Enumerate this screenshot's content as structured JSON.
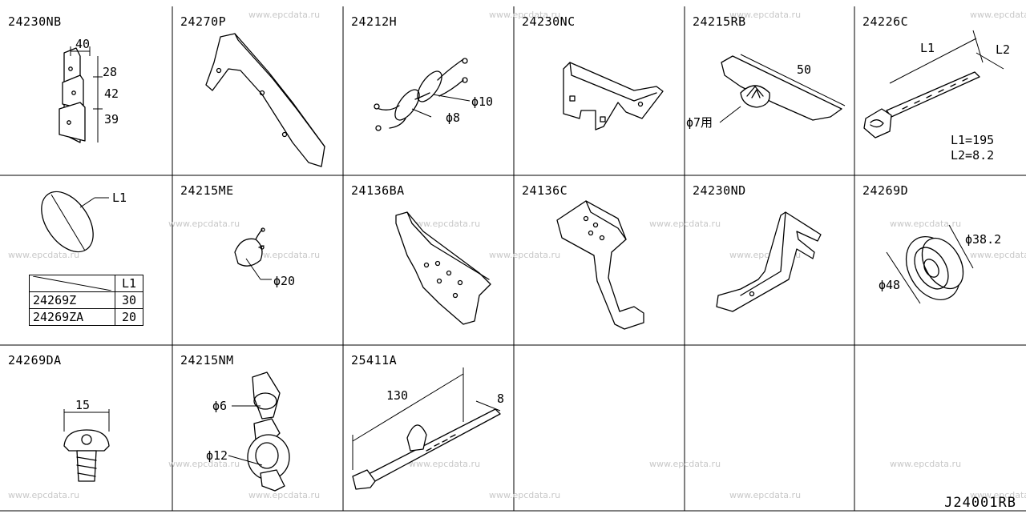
{
  "diagram_ref": "J24001RB",
  "watermark": "www.epcdata.ru",
  "cells": [
    {
      "part": "24230NB",
      "dims": [
        "40",
        "28",
        "42",
        "39"
      ]
    },
    {
      "part": "24270P"
    },
    {
      "part": "24212H",
      "dims": [
        "ϕ10",
        "ϕ8"
      ]
    },
    {
      "part": "24230NC"
    },
    {
      "part": "24215RB",
      "dims": [
        "50",
        "ϕ7用"
      ]
    },
    {
      "part": "24226C",
      "dims": [
        "L1",
        "L2",
        "L1=195",
        "L2=8.2"
      ]
    },
    {
      "part": "",
      "dims": [
        "L1"
      ]
    },
    {
      "part": "24215ME",
      "dims": [
        "ϕ20"
      ]
    },
    {
      "part": "24136BA"
    },
    {
      "part": "24136C"
    },
    {
      "part": "24230ND"
    },
    {
      "part": "24269D",
      "dims": [
        "ϕ38.2",
        "ϕ48"
      ]
    },
    {
      "part": "24269DA",
      "dims": [
        "15"
      ]
    },
    {
      "part": "24215NM",
      "dims": [
        "ϕ6",
        "ϕ12"
      ]
    },
    {
      "part": "25411A",
      "dims": [
        "130",
        "8"
      ]
    },
    {
      "part": ""
    },
    {
      "part": ""
    },
    {
      "part": ""
    }
  ],
  "l1_table": {
    "header": "L1",
    "rows": [
      {
        "part": "24269Z",
        "value": "30"
      },
      {
        "part": "24269ZA",
        "value": "20"
      }
    ]
  }
}
